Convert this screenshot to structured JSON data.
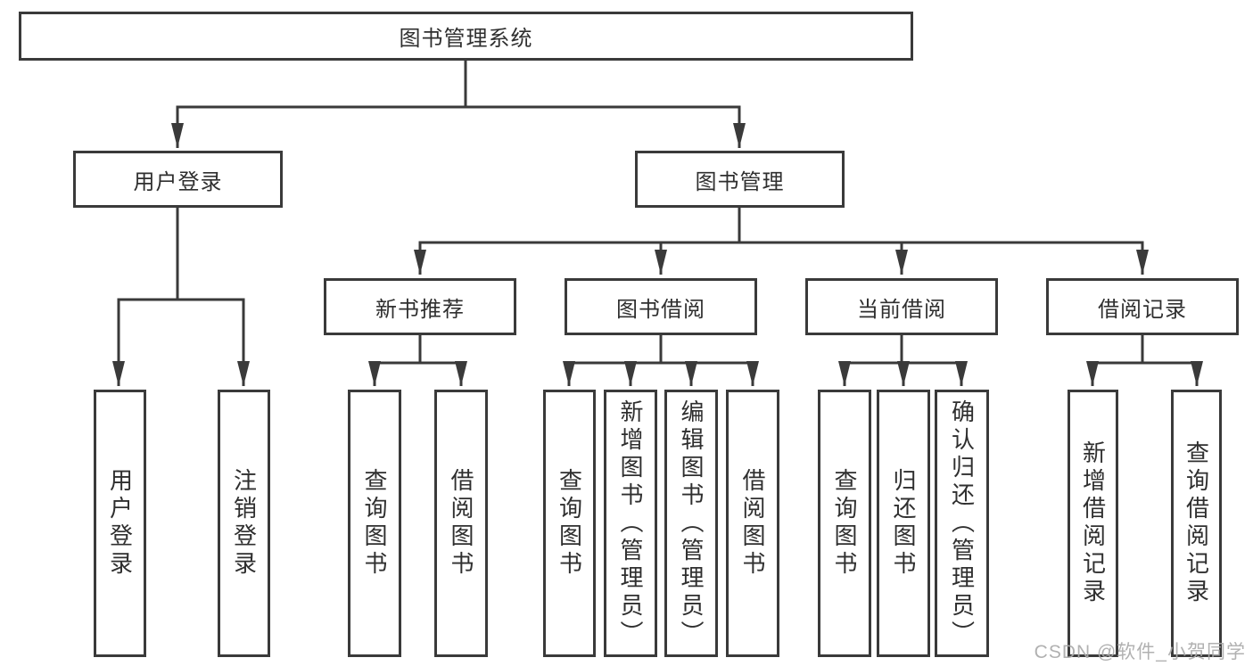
{
  "tree": {
    "root": "图书管理系统",
    "children": [
      {
        "label": "用户登录",
        "children": [
          "用户登录",
          "注销登录"
        ]
      },
      {
        "label": "图书管理",
        "children": [
          {
            "label": "新书推荐",
            "children": [
              "查询图书",
              "借阅图书"
            ]
          },
          {
            "label": "图书借阅",
            "children": [
              "查询图书",
              "新增图书（管理员）",
              "编辑图书（管理员）",
              "借阅图书"
            ]
          },
          {
            "label": "当前借阅",
            "children": [
              "查询图书",
              "归还图书",
              "确认归还（管理员）"
            ]
          },
          {
            "label": "借阅记录",
            "children": [
              "新增借阅记录",
              "查询借阅记录"
            ]
          }
        ]
      }
    ]
  },
  "watermark": "CSDN @软件_小贺同学",
  "colors": {
    "line": "#3a3a3a",
    "text": "#2f2f2f",
    "watermark": "#ababab",
    "background": "#ffffff"
  }
}
